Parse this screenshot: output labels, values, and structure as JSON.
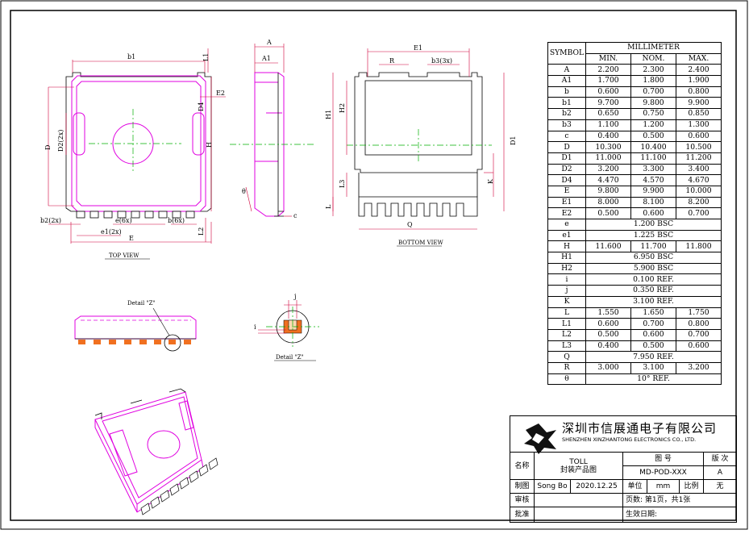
{
  "views": {
    "top_view": "TOP VIEW",
    "bottom_view": "BOTTOM VIEW",
    "detail_callout": "Detail \"Z\"",
    "detail_title": "Detail \"Z\""
  },
  "labels": {
    "b1": "b1",
    "L1": "L1",
    "E2": "E2",
    "D4": "D4",
    "D2": "D2(2x)",
    "D": "D",
    "H": "H",
    "b2": "b2(2x)",
    "e": "e(6x)",
    "b": "b(6x)",
    "e1": "e1(2x)",
    "E": "E",
    "L2": "L2",
    "A": "A",
    "A1": "A1",
    "theta": "θ",
    "c": "c",
    "E1": "E1",
    "R": "R",
    "b3": "b3(3x)",
    "H1": "H1",
    "H2": "H2",
    "D1": "D1",
    "K": "K",
    "L3": "L3",
    "L": "L",
    "Q": "Q",
    "j": "j",
    "i": "i"
  },
  "table": {
    "header_symbol": "SYMBOL",
    "header_unit": "MILLIMETER",
    "header_cols": [
      "MIN.",
      "NOM.",
      "MAX."
    ],
    "rows": [
      {
        "sym": "A",
        "min": "2.200",
        "nom": "2.300",
        "max": "2.400"
      },
      {
        "sym": "A1",
        "min": "1.700",
        "nom": "1.800",
        "max": "1.900"
      },
      {
        "sym": "b",
        "min": "0.600",
        "nom": "0.700",
        "max": "0.800"
      },
      {
        "sym": "b1",
        "min": "9.700",
        "nom": "9.800",
        "max": "9.900"
      },
      {
        "sym": "b2",
        "min": "0.650",
        "nom": "0.750",
        "max": "0.850"
      },
      {
        "sym": "b3",
        "min": "1.100",
        "nom": "1.200",
        "max": "1.300"
      },
      {
        "sym": "c",
        "min": "0.400",
        "nom": "0.500",
        "max": "0.600"
      },
      {
        "sym": "D",
        "min": "10.300",
        "nom": "10.400",
        "max": "10.500"
      },
      {
        "sym": "D1",
        "min": "11.000",
        "nom": "11.100",
        "max": "11.200"
      },
      {
        "sym": "D2",
        "min": "3.200",
        "nom": "3.300",
        "max": "3.400"
      },
      {
        "sym": "D4",
        "min": "4.470",
        "nom": "4.570",
        "max": "4.670"
      },
      {
        "sym": "E",
        "min": "9.800",
        "nom": "9.900",
        "max": "10.000"
      },
      {
        "sym": "E1",
        "min": "8.000",
        "nom": "8.100",
        "max": "8.200"
      },
      {
        "sym": "E2",
        "min": "0.500",
        "nom": "0.600",
        "max": "0.700"
      },
      {
        "sym": "e",
        "span": "1.200 BSC"
      },
      {
        "sym": "e1",
        "span": "1.225 BSC"
      },
      {
        "sym": "H",
        "min": "11.600",
        "nom": "11.700",
        "max": "11.800"
      },
      {
        "sym": "H1",
        "span": "6.950 BSC"
      },
      {
        "sym": "H2",
        "span": "5.900 BSC"
      },
      {
        "sym": "i",
        "span": "0.100 REF."
      },
      {
        "sym": "j",
        "span": "0.350 REF."
      },
      {
        "sym": "K",
        "span": "3.100 REF."
      },
      {
        "sym": "L",
        "min": "1.550",
        "nom": "1.650",
        "max": "1.750"
      },
      {
        "sym": "L1",
        "min": "0.600",
        "nom": "0.700",
        "max": "0.800"
      },
      {
        "sym": "L2",
        "min": "0.500",
        "nom": "0.600",
        "max": "0.700"
      },
      {
        "sym": "L3",
        "min": "0.400",
        "nom": "0.500",
        "max": "0.600"
      },
      {
        "sym": "Q",
        "span": "7.950 REF."
      },
      {
        "sym": "R",
        "min": "3.000",
        "nom": "3.100",
        "max": "3.200"
      },
      {
        "sym": "θ",
        "span": "10° REF."
      }
    ]
  },
  "title_block": {
    "company_cn": "深圳市信展通电子有限公司",
    "company_en": "SHENZHEN XINZHANTONG ELECTRONICS CO., LTD.",
    "name_label": "名称",
    "name_line1": "TOLL",
    "name_line2": "封装产品图",
    "drawing_no_label": "图 号",
    "drawing_no": "MD-POD-XXX",
    "revision_label": "版 次",
    "revision": "A",
    "drawn_label": "制图",
    "drawn_by": "Song Bo",
    "date": "2020.12.25",
    "unit_label": "单位",
    "unit": "mm",
    "scale_label": "比例",
    "scale": "无",
    "review_label": "审核",
    "pages": "页数:   第1页，共1张",
    "approve_label": "批准",
    "effective_date": "生效日期:"
  },
  "colors": {
    "outline": "#e000e0",
    "dimension": "#d0003a",
    "centerline": "#00b000",
    "pad": "#f07020"
  }
}
